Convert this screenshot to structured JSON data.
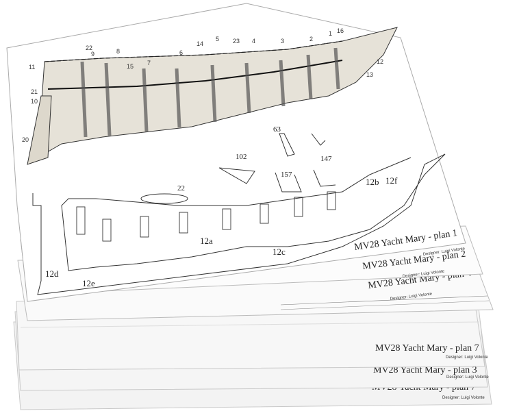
{
  "sheets": [
    {
      "title": "MV28 Yacht Mary - plan 7",
      "designer": "Designer: Luigi Volonte"
    },
    {
      "title": "MV28 Yacht Mary - plan 3",
      "designer": "Designer: Luigi Volonte"
    },
    {
      "title": "MV28 Yacht Mary - plan 7",
      "designer": "Designer: Luigi Volonte"
    },
    {
      "title": "MV28 Yacht Mary - plan 4",
      "designer": "Designer: Luigi Volonte"
    },
    {
      "title": "MV28 Yacht Mary - plan 2",
      "designer": "Designer: Luigi Volonte"
    },
    {
      "title": "MV28 Yacht Mary - plan 1",
      "designer": "Designer: Luigi Volonte"
    }
  ],
  "hull_callouts": [
    "22",
    "9",
    "8",
    "15",
    "7",
    "6",
    "14",
    "5",
    "23",
    "4",
    "3",
    "2",
    "1",
    "16",
    "11",
    "12",
    "13",
    "21",
    "10",
    "20"
  ],
  "part_labels": [
    "12a",
    "12b",
    "12c",
    "12d",
    "12e",
    "12f",
    "22",
    "102",
    "157",
    "147",
    "63"
  ]
}
